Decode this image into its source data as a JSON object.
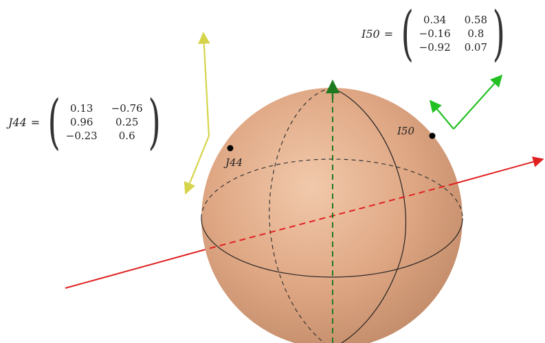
{
  "colors": {
    "sphere_light": "#f0c6a8",
    "sphere_mid": "#dca07c",
    "sphere_dark": "#b7805f",
    "x_axis": "#e02020",
    "z_axis": "#1f7a1f",
    "yellow_vector": "#d6d44a",
    "green_vector": "#22c022",
    "circle_line": "#222222"
  },
  "matrices": [
    {
      "name": "J44",
      "eq": "=",
      "rows": [
        [
          "0.13",
          "−0.76"
        ],
        [
          "0.96",
          "0.25"
        ],
        [
          "−0.23",
          "0.6"
        ]
      ]
    },
    {
      "name": "I50",
      "eq": "=",
      "rows": [
        [
          "0.34",
          "0.58"
        ],
        [
          "−0.16",
          "0.8"
        ],
        [
          "−0.92",
          "0.07"
        ]
      ]
    }
  ],
  "points": [
    {
      "label": "J44"
    },
    {
      "label": "I50"
    }
  ]
}
